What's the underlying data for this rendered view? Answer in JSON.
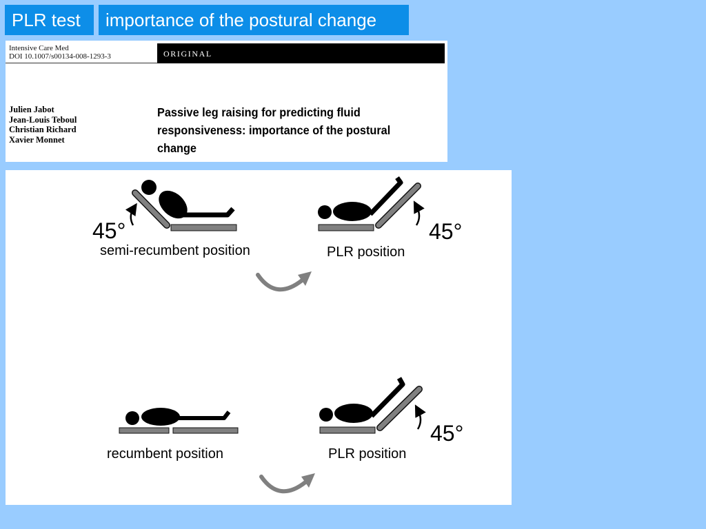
{
  "header": {
    "tag1": "PLR test",
    "tag2": "importance of the postural change"
  },
  "paper": {
    "journal": "Intensive Care Med",
    "doi": "DOI 10.1007/s00134-008-1293-3",
    "section": "ORIGINAL",
    "authors": [
      "Julien Jabot",
      "Jean-Louis Teboul",
      "Christian Richard",
      "Xavier Monnet"
    ],
    "title": "Passive leg raising for predicting fluid responsiveness: importance of the postural change"
  },
  "diagram": {
    "top": {
      "left_label": "semi-recumbent position",
      "left_angle": "45°",
      "right_label": "PLR position",
      "right_angle": "45°"
    },
    "bottom": {
      "left_label": "recumbent position",
      "right_label": "PLR position",
      "right_angle": "45°"
    }
  },
  "colors": {
    "background": "#99ccff",
    "tag": "#0d8ee8",
    "bed": "#808080",
    "arrow": "#808080"
  }
}
